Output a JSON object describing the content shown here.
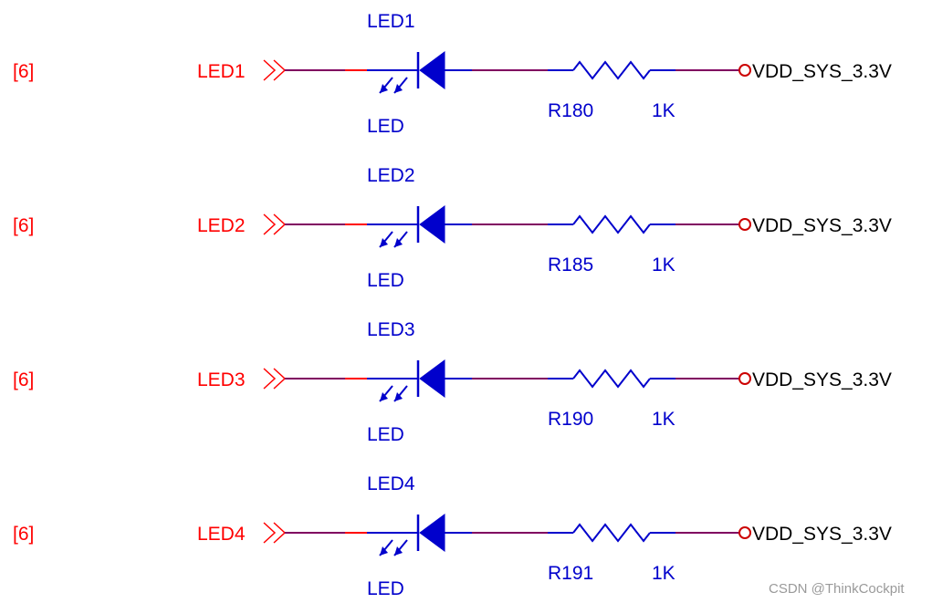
{
  "colors": {
    "net_label": "#ff0000",
    "component": "#0000cc",
    "wire": "#800060",
    "power_port": "#cc0000",
    "power_label": "#000000",
    "watermark": "#9a9a9a"
  },
  "rows": [
    {
      "sheet_ref": "[6]",
      "net": "LED1",
      "led_designator": "LED1",
      "led_comment": "LED",
      "res_designator": "R180",
      "res_value": "1K",
      "power": "VDD_SYS_3.3V"
    },
    {
      "sheet_ref": "[6]",
      "net": "LED2",
      "led_designator": "LED2",
      "led_comment": "LED",
      "res_designator": "R185",
      "res_value": "1K",
      "power": "VDD_SYS_3.3V"
    },
    {
      "sheet_ref": "[6]",
      "net": "LED3",
      "led_designator": "LED3",
      "led_comment": "LED",
      "res_designator": "R190",
      "res_value": "1K",
      "power": "VDD_SYS_3.3V"
    },
    {
      "sheet_ref": "[6]",
      "net": "LED4",
      "led_designator": "LED4",
      "led_comment": "LED",
      "res_designator": "R191",
      "res_value": "1K",
      "power": "VDD_SYS_3.3V"
    }
  ],
  "watermark": "CSDN @ThinkCockpit"
}
